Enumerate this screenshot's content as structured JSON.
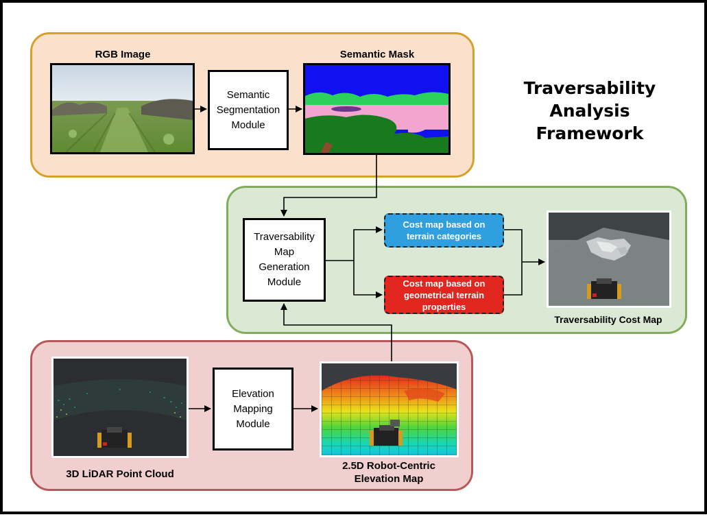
{
  "title": "Traversability\nAnalysis\nFramework",
  "colors": {
    "top_panel_fill": "#fbe0cc",
    "top_panel_border": "#d4a12a",
    "middle_panel_fill": "#dbe8d3",
    "middle_panel_border": "#7eae5a",
    "bottom_panel_fill": "#f2cfcf",
    "bottom_panel_border": "#b85858",
    "category_cost_fill": "#2f9fe0",
    "geometry_cost_fill": "#e0261e"
  },
  "top_panel": {
    "rgb_label": "RGB Image",
    "semantic_label": "Semantic Mask",
    "segmentation_module": "Semantic\nSegmentation\nModule"
  },
  "middle_panel": {
    "traversability_module": "Traversability\nMap\nGeneration\nModule",
    "cost_terrain_categories": "Cost map based on\nterrain categories",
    "cost_geometric_properties": "Cost map based on\ngeometrical terrain\nproperties",
    "cost_map_label": "Traversability Cost Map"
  },
  "bottom_panel": {
    "lidar_label": "3D LiDAR Point Cloud",
    "elevation_module": "Elevation\nMapping\nModule",
    "elevation_label": "2.5D Robot-Centric\nElevation Map"
  },
  "icons": {
    "rgb_image": "field-photo",
    "semantic_mask": "segmentation-mask",
    "cost_map": "cost-map-render",
    "lidar": "point-cloud-render",
    "elevation": "elevation-grid-render"
  }
}
